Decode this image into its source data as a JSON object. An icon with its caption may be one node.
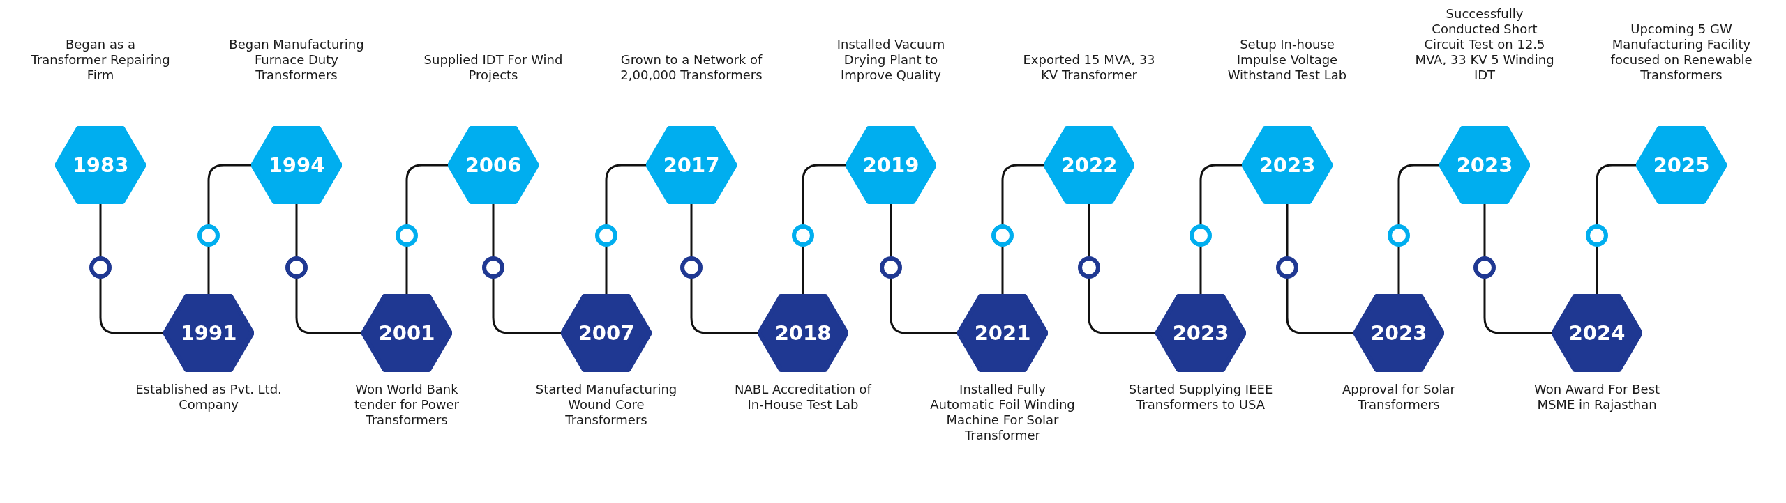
{
  "diagram": {
    "nodes": [
      {
        "text": [
          "1983"
        ],
        "beside": [
          "Began as a Transformer Repairing Firm"
        ]
      },
      {
        "text": [
          "1991"
        ],
        "beside": [
          "Established as Pvt. Ltd. Company"
        ]
      },
      {
        "text": [
          "1994"
        ],
        "beside": [
          "Began Manufacturing Furnace Duty Transformers"
        ]
      },
      {
        "text": [
          "2001"
        ],
        "beside": [
          "Won World Bank tender for Power Transformers"
        ]
      },
      {
        "text": [
          "2006"
        ],
        "beside": [
          "Supplied IDT For Wind Projects"
        ]
      },
      {
        "text": [
          "2007"
        ],
        "beside": [
          "Started Manufacturing Wound Core Transformers"
        ]
      },
      {
        "text": [
          "2017"
        ],
        "beside": [
          "Grown to a Network of 2,00,000 Transformers"
        ]
      },
      {
        "text": [
          "2018"
        ],
        "beside": [
          "NABL Accreditation of In-House Test Lab"
        ]
      },
      {
        "text": [
          "2019"
        ],
        "beside": [
          "Installed Vacuum Drying Plant to Improve Quality"
        ]
      },
      {
        "text": [
          "2021"
        ],
        "beside": [
          "Installed Fully Automatic Foil Winding Machine For Solar Transformer"
        ]
      },
      {
        "text": [
          "2022"
        ],
        "beside": [
          "Exported 15 MVA, 33 KV Transformer"
        ]
      },
      {
        "text": [
          "2023"
        ],
        "beside": [
          "Started Supplying IEEE Transformers to USA"
        ]
      },
      {
        "text": [
          "2023"
        ],
        "beside": [
          "Setup In-house Impulse Voltage Withstand Test Lab"
        ]
      },
      {
        "text": [
          "2023"
        ],
        "beside": [
          "Approval for Solar Transformers"
        ]
      },
      {
        "text": [
          "2023"
        ],
        "beside": [
          "Successfully Conducted Short Circuit Test on 12.5 MVA, 33 KV 5 Winding IDT"
        ]
      },
      {
        "text": [
          "2024"
        ],
        "beside": [
          "Won Award For Best MSME in Rajasthan"
        ]
      },
      {
        "text": [
          "2025"
        ],
        "beside": [
          "Upcoming 5 GW Manufacturing Facility focused on Renewable Transformers"
        ]
      }
    ],
    "edges": [
      {
        "from": 0,
        "to": 1,
        "arrow": "none"
      },
      {
        "from": 1,
        "to": 2,
        "arrow": "none"
      },
      {
        "from": 2,
        "to": 3,
        "arrow": "none"
      },
      {
        "from": 3,
        "to": 4,
        "arrow": "none"
      },
      {
        "from": 4,
        "to": 5,
        "arrow": "none"
      },
      {
        "from": 5,
        "to": 6,
        "arrow": "none"
      },
      {
        "from": 6,
        "to": 7,
        "arrow": "none"
      },
      {
        "from": 7,
        "to": 8,
        "arrow": "none"
      },
      {
        "from": 8,
        "to": 9,
        "arrow": "none"
      },
      {
        "from": 9,
        "to": 10,
        "arrow": "none"
      },
      {
        "from": 10,
        "to": 11,
        "arrow": "none"
      },
      {
        "from": 11,
        "to": 12,
        "arrow": "none"
      },
      {
        "from": 12,
        "to": 13,
        "arrow": "none"
      },
      {
        "from": 13,
        "to": 14,
        "arrow": "none"
      },
      {
        "from": 14,
        "to": 15,
        "arrow": "none"
      },
      {
        "from": 15,
        "to": 16,
        "arrow": "none"
      }
    ]
  }
}
